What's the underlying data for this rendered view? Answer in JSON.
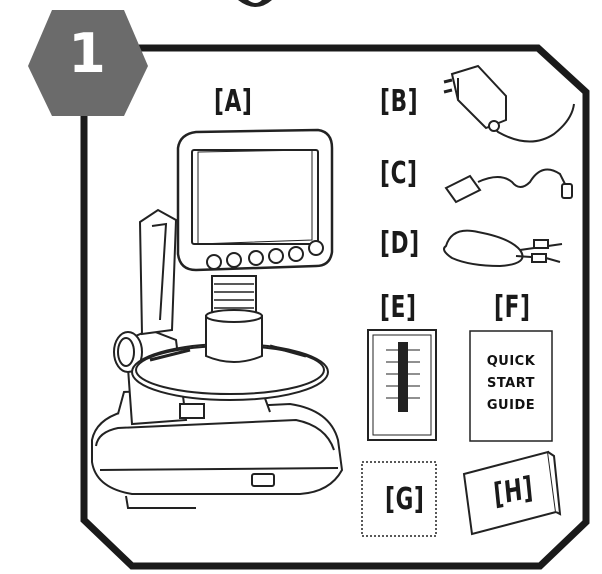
{
  "step_number": "1",
  "items": {
    "a": "[A]",
    "b": "[B]",
    "c": "[C]",
    "d": "[D]",
    "e": "[E]",
    "f": "[F]",
    "g": "[G]",
    "h": "[H]"
  },
  "guide_text": [
    "QUICK",
    "START",
    "GUIDE"
  ],
  "colors": {
    "badge": "#6b6b6b",
    "ink": "#1a1a1a"
  }
}
